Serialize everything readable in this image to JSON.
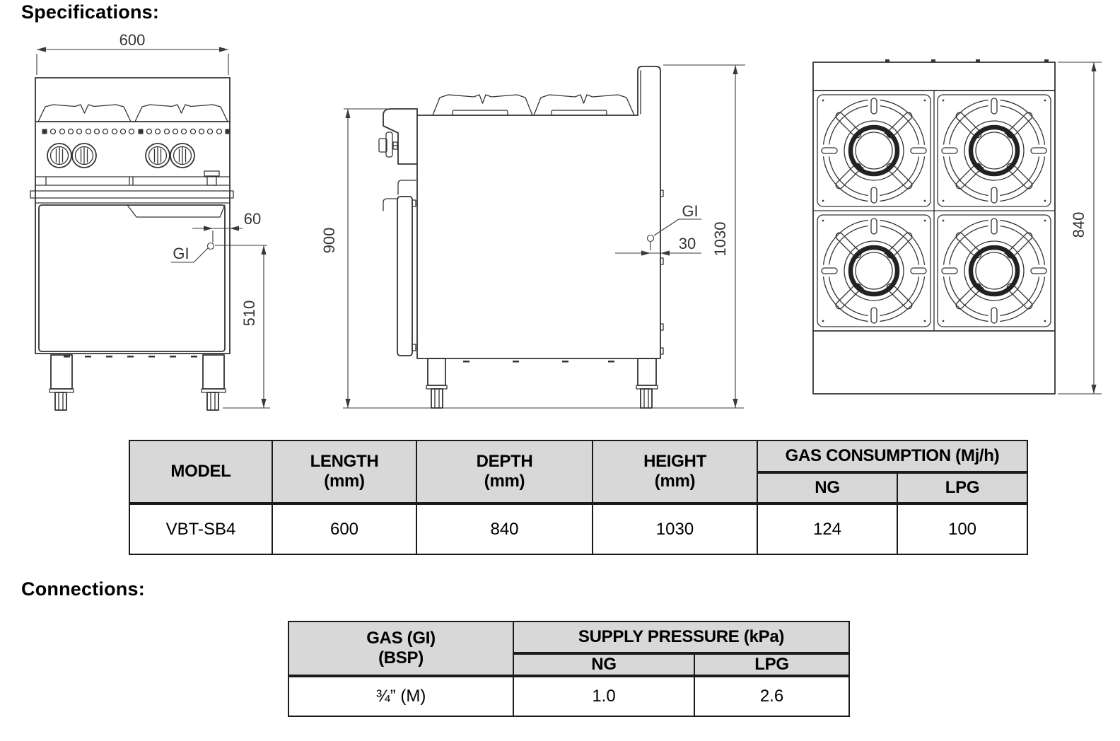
{
  "headings": {
    "specifications": "Specifications:",
    "connections": "Connections:"
  },
  "drawings": {
    "front_view": {
      "width_dim": "600",
      "inlet_offset_dim": "60",
      "inlet_height_dim": "510",
      "gas_inlet_label": "GI"
    },
    "side_view": {
      "worktop_height_dim": "900",
      "overall_height_dim": "1030",
      "inlet_offset_dim": "30",
      "gas_inlet_label": "GI"
    },
    "top_view": {
      "depth_dim": "840"
    }
  },
  "spec_table": {
    "headers": {
      "model": "MODEL",
      "length_l1": "LENGTH",
      "length_l2": "(mm)",
      "depth_l1": "DEPTH",
      "depth_l2": "(mm)",
      "height_l1": "HEIGHT",
      "height_l2": "(mm)",
      "gas_consumption": "GAS CONSUMPTION (Mj/h)",
      "ng": "NG",
      "lpg": "LPG"
    },
    "row": {
      "model": "VBT-SB4",
      "length": "600",
      "depth": "840",
      "height": "1030",
      "ng": "124",
      "lpg": "100"
    }
  },
  "connections_table": {
    "headers": {
      "gas_l1": "GAS (GI)",
      "gas_l2": "(BSP)",
      "supply_pressure": "SUPPLY PRESSURE (kPa)",
      "ng": "NG",
      "lpg": "LPG"
    },
    "row": {
      "gas": "¾” (M)",
      "ng": "1.0",
      "lpg": "2.6"
    }
  }
}
